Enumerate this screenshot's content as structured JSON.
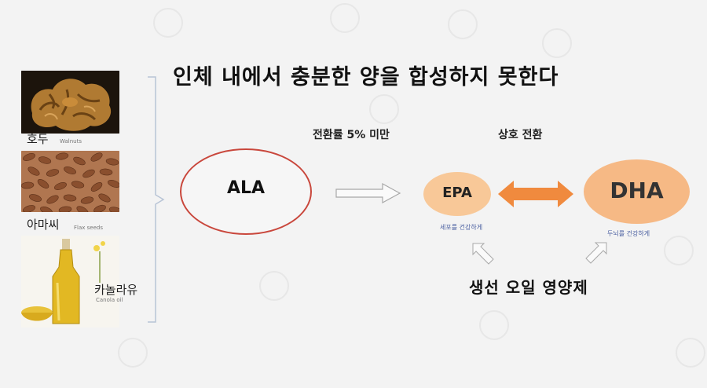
{
  "title": "인체 내에서 충분한 양을 합성하지 못한다",
  "foods": [
    {
      "name": "호두",
      "english": "Walnuts"
    },
    {
      "name": "아마씨",
      "english": "Flax seeds"
    },
    {
      "name": "카놀라유",
      "english": "Canola oil"
    }
  ],
  "ala": "ALA",
  "conversion_rate": "전환률 5% 미만",
  "mutual_conversion": "상호 전환",
  "epa": {
    "label": "EPA",
    "caption": "세포를 건강하게"
  },
  "dha": {
    "label": "DHA",
    "caption": "두뇌를 건강하게"
  },
  "fish_oil": "생선 오일 영양제",
  "colors": {
    "ala_border": "#c9473c",
    "epa_fill": "#f8c898",
    "dha_fill": "#f6b985",
    "double_arrow": "#f08a3e"
  }
}
